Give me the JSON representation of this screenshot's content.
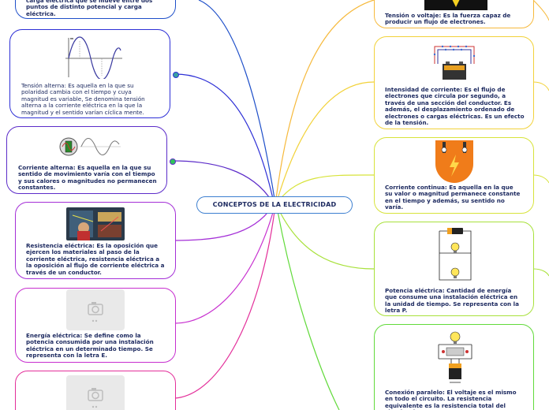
{
  "central": {
    "title": "CONCEPTOS DE LA ELECTRICIDAD"
  },
  "left_nodes": [
    {
      "id": "carga",
      "text": "carga eléctrica que se mueve entre dos puntos de distinto potencial y carga eléctrica."
    },
    {
      "id": "tension-alterna",
      "text": "Tensión alterna: Es aquella en la que su polaridad cambia con el tiempo y cuya magnitud es variable, Se denomina tensión  alterna a la corriente eléctrica en la que la magnitud y el sentido varían cíclica mente."
    },
    {
      "id": "corriente-alterna",
      "text": "Corriente alterna: Es aquella en la que su sentido de movimiento varía con el tiempo y sus calores o magnitudes no permanecen constantes."
    },
    {
      "id": "resistencia",
      "text": "Resistencia eléctrica: Es la oposición que ejercen los materiales al paso de la corriente eléctrica, resistencia eléctrica a la oposición al flujo de corriente eléctrica a través de un conductor."
    },
    {
      "id": "energia",
      "text": "Energía eléctrica: Se define como la potencia consumida por una instalación eléctrica en un determinado tiempo. Se representa con la letra E."
    },
    {
      "id": "vacio",
      "text": ""
    }
  ],
  "right_nodes": [
    {
      "id": "tension",
      "text": "Tensión o voltaje: Es la fuerza capaz de producir un flujo de electrones."
    },
    {
      "id": "intensidad",
      "text": "Intensidad de corriente: Es el flujo de electrones que circula por segundo, a través de una sección del conductor. Es además, el desplazamiento ordenado de electrones o cargas eléctricas. Es un efecto de la tensión."
    },
    {
      "id": "continua",
      "text": "Corriente continua: Es aquella en la que su valor o magnitud permanece constante en el tiempo y además, su sentido no varía."
    },
    {
      "id": "potencia",
      "text": "Potencia eléctrica: Cantidad de energía que consume una instalación eléctrica en la unidad de tiempo. Se representa con la letra P."
    },
    {
      "id": "paralelo",
      "text": "Conexión paralelo: El voltaje es el mismo en todo el circuito. La resistencia equivalente es la resistencia total del circuito, la"
    }
  ],
  "colors": {
    "center_border": "#3d7fd0",
    "carga": "#1e4fc9",
    "tension_alterna": "#2d2fd6",
    "corriente_alterna": "#5c2cc9",
    "resistencia": "#a42fd7",
    "energia": "#c72fcf",
    "vacio": "#e32f9a",
    "tension": "#f6b93b",
    "intensidad": "#f2d23a",
    "continua": "#d7e33a",
    "potencia": "#a8e13b",
    "paralelo": "#62da3b"
  },
  "icons": [
    "sine-wave-graph",
    "ac-source-symbol",
    "electrician-photo",
    "image-placeholder-icon",
    "warning-sign",
    "battery-circuit",
    "dc-plug-icon",
    "series-bulbs-circuit",
    "parallel-circuit"
  ]
}
